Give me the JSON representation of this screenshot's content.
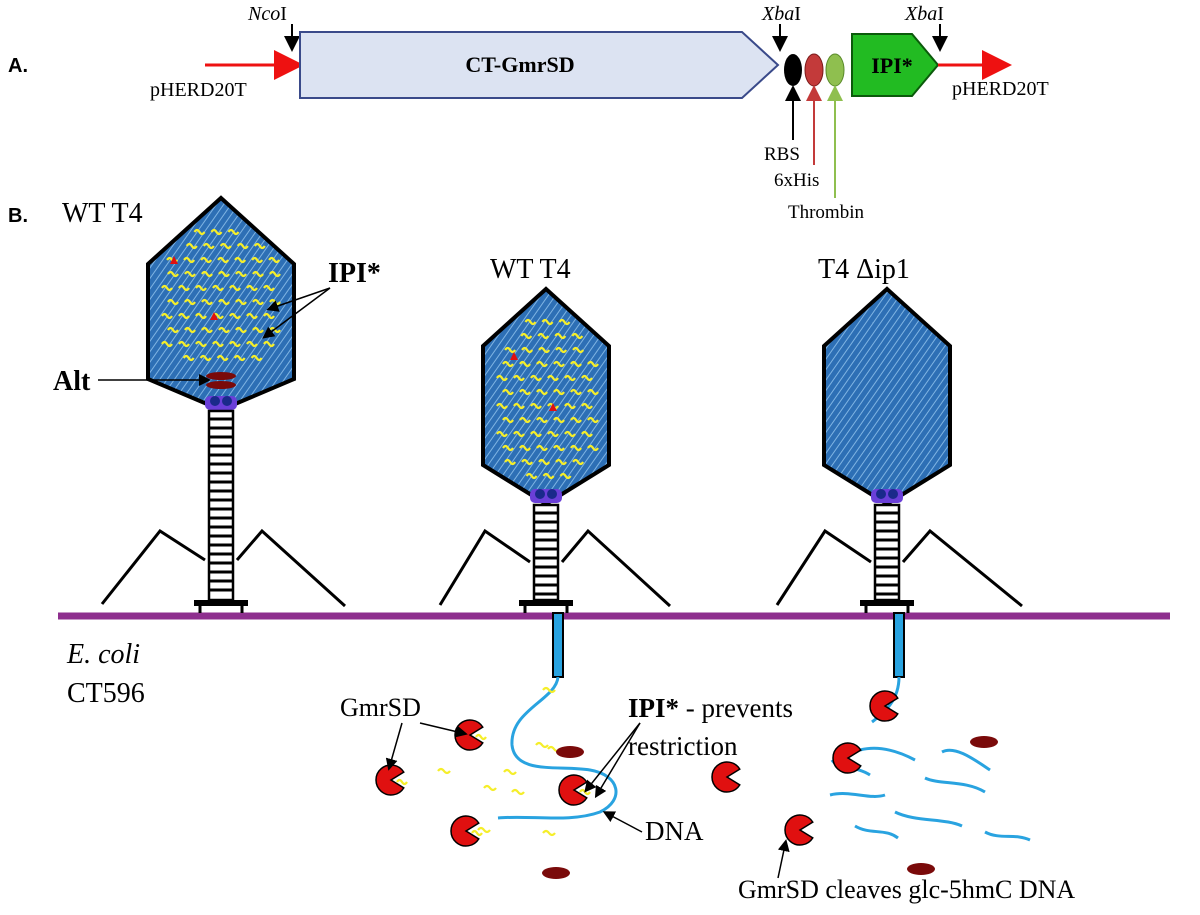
{
  "panel_a": {
    "label": "A.",
    "ncoi": {
      "italic": "Nco",
      "roman": "I"
    },
    "xbai_1": {
      "italic": "Xba",
      "roman": "I"
    },
    "xbai_2": {
      "italic": "Xba",
      "roman": "I"
    },
    "vector_left": "pHERD20T",
    "vector_right": "pHERD20T",
    "gene": "CT-GmrSD",
    "tag": "IPI*",
    "rbs": "RBS",
    "his": "6xHis",
    "thrombin": "Thrombin"
  },
  "panel_b": {
    "label": "B.",
    "phage1_title": "WT T4",
    "phage2_title": "WT T4",
    "phage3_title": "T4 Δip1",
    "ipi_label": "IPI*",
    "alt_label": "Alt",
    "host_italic": "E. coli",
    "host_strain": "CT596",
    "gmrsd_label": "GmrSD",
    "ipi_prevents": {
      "bold": "IPI*",
      "rest": " - prevents",
      "line2": "restriction"
    },
    "dna_label": "DNA",
    "cleaves_label": "GmrSD cleaves glc-5hmC DNA"
  },
  "colors": {
    "vector_arrow": "#ee1111",
    "gene_fill": "#dce3f2",
    "gene_stroke": "#3a4a8a",
    "tag_fill": "#22bb22",
    "rbs": "#000000",
    "his": "#c33a3a",
    "thrombin": "#8fbf4f",
    "capsid_fill": "#2d6fb5",
    "capsid_pattern": "#7fb4e3",
    "ipi_squiggle": "#f5ee2a",
    "membrane": "#8e2f8e",
    "dna": "#29a3e0",
    "gmrsd": "#e01010",
    "alt": "#7a0a0a"
  }
}
